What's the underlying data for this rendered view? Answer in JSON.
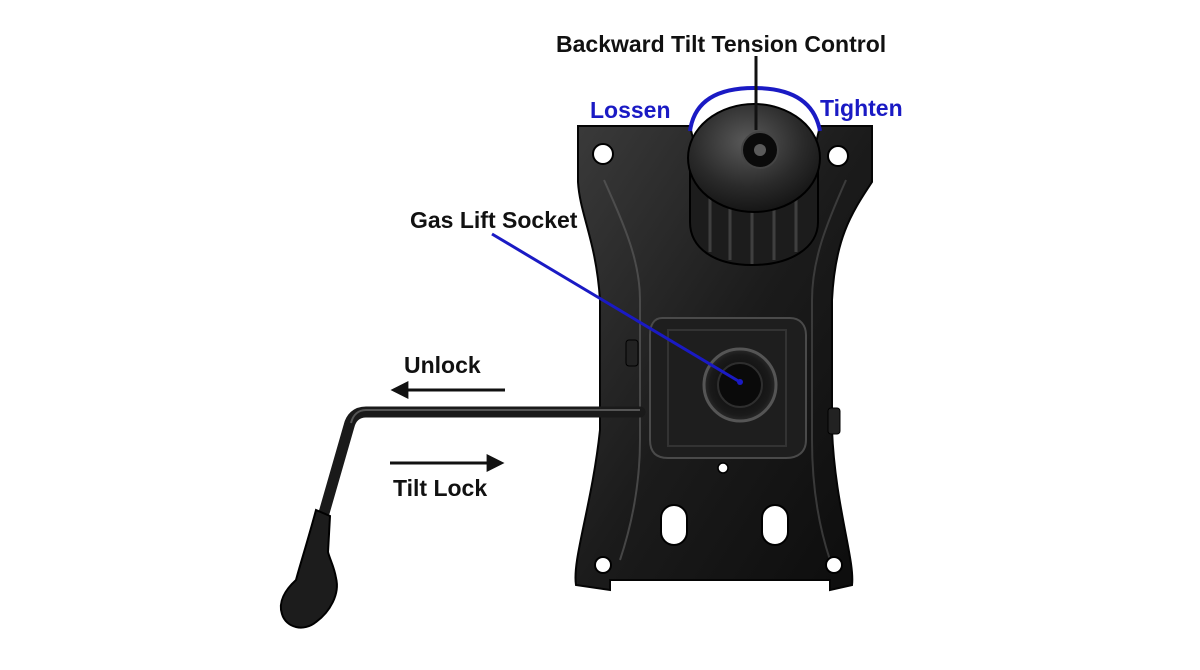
{
  "labels": {
    "tension_control": "Backward Tilt Tension Control",
    "lossen": "Lossen",
    "tighten": "Tighten",
    "gas_lift_socket": "Gas Lift Socket",
    "unlock": "Unlock",
    "tilt_lock": "Tilt Lock"
  },
  "colors": {
    "annotation_blue": "#1a1ac4",
    "annotation_black": "#111111",
    "part_black": "#161616"
  }
}
